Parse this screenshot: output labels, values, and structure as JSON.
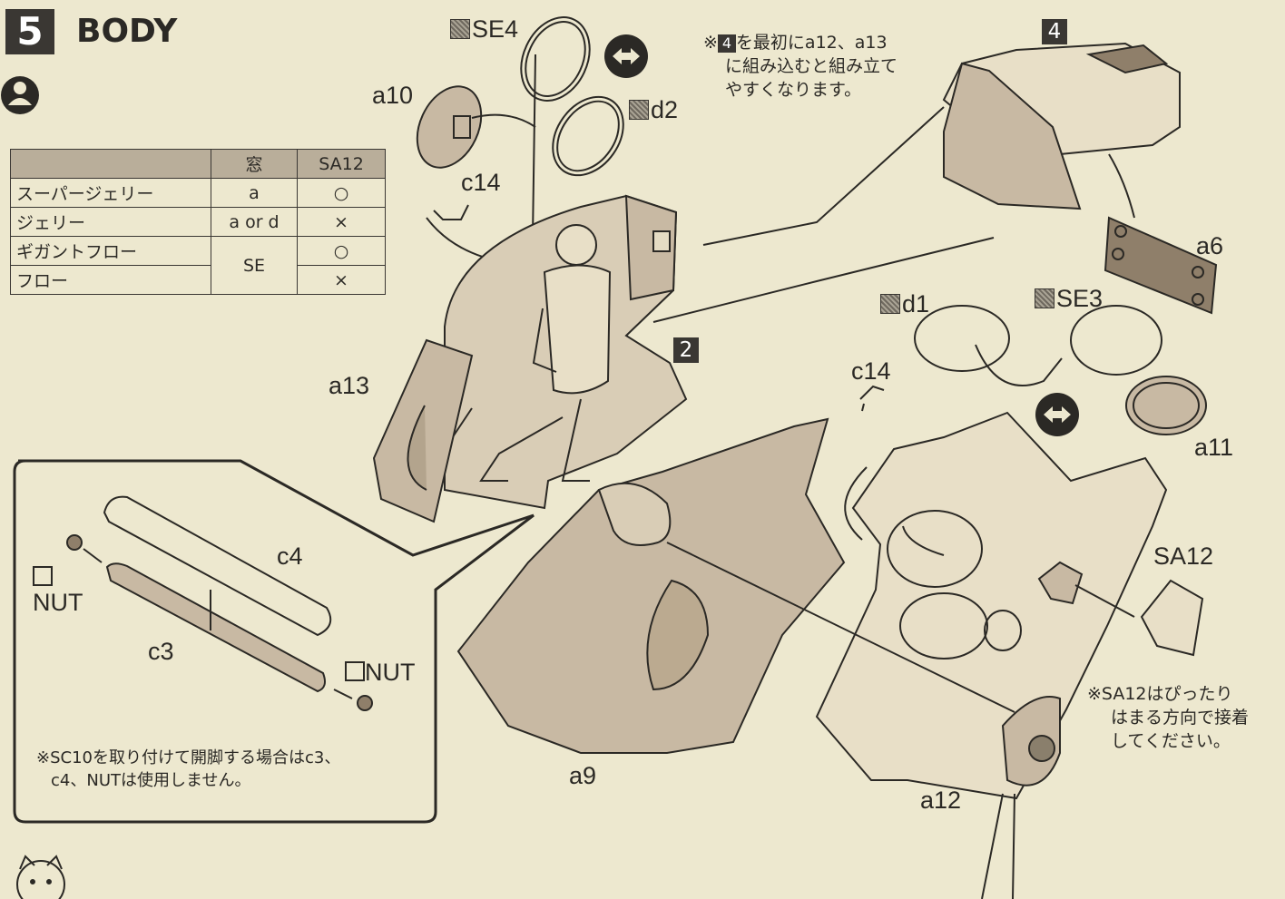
{
  "step": {
    "number": "5",
    "title": "BODY"
  },
  "parts_table": {
    "headers": [
      "",
      "窓",
      "SA12"
    ],
    "rows": [
      {
        "name": "スーパージェリー",
        "window": "a",
        "sa12": "○"
      },
      {
        "name": "ジェリー",
        "window": "a or d",
        "sa12": "×"
      },
      {
        "name": "ギガントフロー",
        "window": "SE",
        "sa12": "○"
      },
      {
        "name": "フロー",
        "window": "",
        "sa12": "×"
      }
    ]
  },
  "labels": {
    "se4": "SE4",
    "a10": "a10",
    "d2": "d2",
    "c14_top": "c14",
    "c14_right": "c14",
    "a13": "a13",
    "step4": "4",
    "step2": "2",
    "a6": "a6",
    "d1": "d1",
    "se3": "SE3",
    "a11": "a11",
    "sa12": "SA12",
    "a9": "a9",
    "a12": "a12",
    "c4": "c4",
    "c3": "c3",
    "nut_left": "NUT",
    "nut_right": "NUT"
  },
  "notes": {
    "top": {
      "badge": "4",
      "prefix": "※",
      "line1": "を最初にa12、a13",
      "line2": "に組み込むと組み立て",
      "line3": "やすくなります。"
    },
    "sa12": {
      "line1": "※SA12はぴったり",
      "line2": "はまる方向で接着",
      "line3": "してください。"
    },
    "inset": {
      "line1": "※SC10を取り付けて開脚する場合はc3、",
      "line2": "c4、NUTは使用しません。"
    }
  },
  "icons": [
    "person-icon",
    "double-arrow-icon",
    "cat-mascot-icon"
  ],
  "colors": {
    "paper": "#ede8cf",
    "ink": "#2b2925",
    "part_fill": "#c8b9a3",
    "header_fill": "#b9ae9a"
  }
}
